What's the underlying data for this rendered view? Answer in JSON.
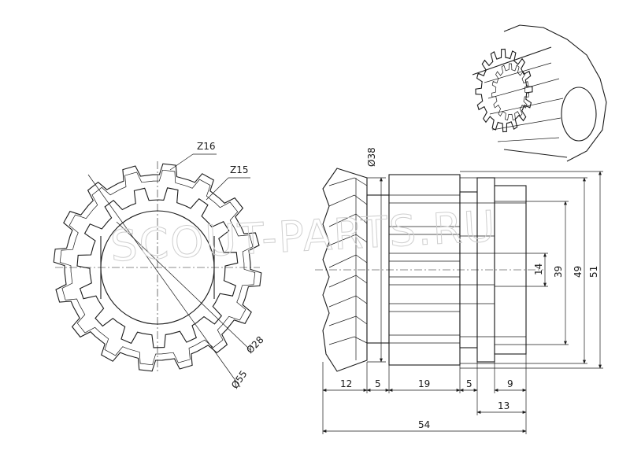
{
  "watermark": "SCOUT-PARTS.RU",
  "front_view": {
    "labels": {
      "z16": "Z16",
      "z15": "Z15",
      "d28": "Ø28",
      "d55": "Ø55"
    }
  },
  "side_view": {
    "diam_38": "Ø38",
    "bottom_dims": {
      "d12": "12",
      "d5a": "5",
      "d19": "19",
      "d5b": "5",
      "d9": "9",
      "d13": "13",
      "d54": "54"
    },
    "right_dims": {
      "d14": "14",
      "d39": "39",
      "d49": "49",
      "d51": "51"
    }
  }
}
